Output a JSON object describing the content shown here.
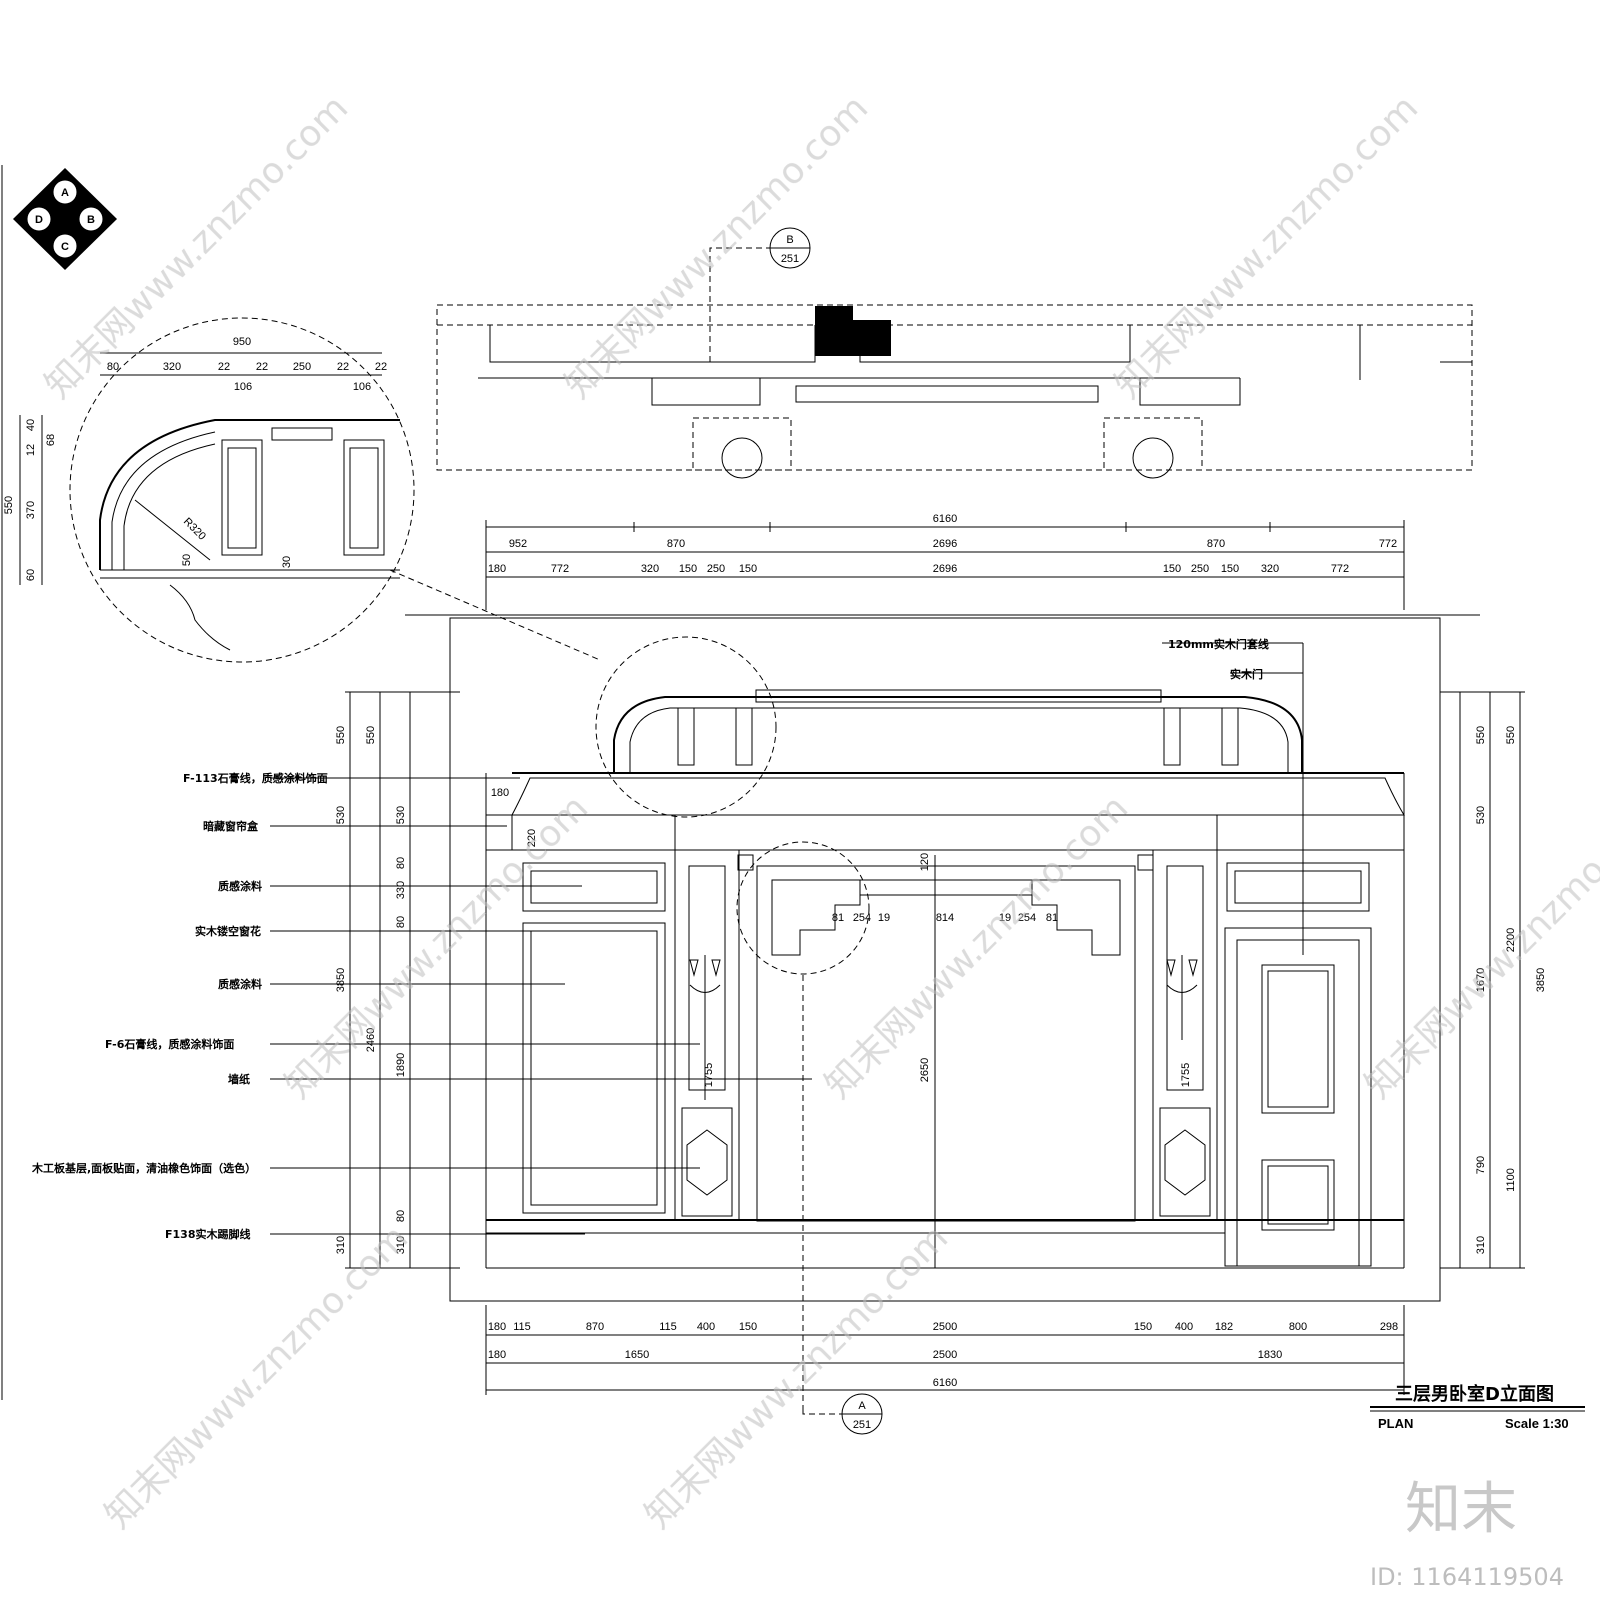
{
  "compass": {
    "a": "A",
    "b": "B",
    "c": "C",
    "d": "D"
  },
  "section_markers": [
    {
      "letter": "B",
      "number": "251"
    },
    {
      "letter": "A",
      "number": "251"
    }
  ],
  "detail": {
    "total_width": "950",
    "top_dims": [
      "80",
      "320",
      "22",
      "22",
      "250",
      "22",
      "22"
    ],
    "sub_dims": [
      "106",
      "106"
    ],
    "left_dims": [
      "40",
      "12",
      "68",
      "370",
      "60"
    ],
    "left_total": "550",
    "radius": "R320",
    "inner_dims": [
      "50",
      "30"
    ]
  },
  "elevation": {
    "top_total": "6160",
    "top_row1": [
      "952",
      "870",
      "2696",
      "870",
      "772"
    ],
    "top_row2": [
      "180",
      "772",
      "320",
      "150",
      "250",
      "150",
      "2696",
      "150",
      "250",
      "150",
      "320",
      "772"
    ],
    "bottom_row1": [
      "180",
      "115",
      "870",
      "115",
      "400",
      "150",
      "2500",
      "150",
      "400",
      "182",
      "800",
      "298"
    ],
    "bottom_row2": [
      "180",
      "1650",
      "2500",
      "1830"
    ],
    "bottom_total": "6160",
    "left_dims_outer": [
      "550",
      "530",
      "3850",
      "310"
    ],
    "left_dims_inner": [
      "550",
      "530",
      "80",
      "330",
      "80",
      "2460",
      "1890",
      "80",
      "310"
    ],
    "right_dims_inner": [
      "550",
      "530",
      "1670",
      "790",
      "310"
    ],
    "right_dims_outer": [
      "550",
      "2200",
      "3850",
      "1100"
    ],
    "center_dims": [
      "120",
      "2650"
    ],
    "fret_dims": [
      "81",
      "254",
      "19",
      "814",
      "19",
      "254",
      "81"
    ],
    "sconce_heights": [
      "1755",
      "1755"
    ],
    "ceiling_dim": "180",
    "recess_dim": "220"
  },
  "annotations_left": [
    "F-113石膏线，质感涂料饰面",
    "暗藏窗帘盒",
    "质感涂料",
    "实木镂空窗花",
    "质感涂料",
    "F-6石膏线，质感涂料饰面",
    "墙纸",
    "木工板基层,面板贴面，清油橡色饰面（选色）",
    "F138实木踢脚线"
  ],
  "annotations_right": [
    "120mm实木门套线",
    "实木门"
  ],
  "title_block": {
    "title": "三层男卧室D立面图",
    "plan": "PLAN",
    "scale": "Scale 1:30"
  },
  "watermark": {
    "text": "知末网www.znzmo.com",
    "logo": "知末",
    "id": "ID: 1164119504"
  }
}
